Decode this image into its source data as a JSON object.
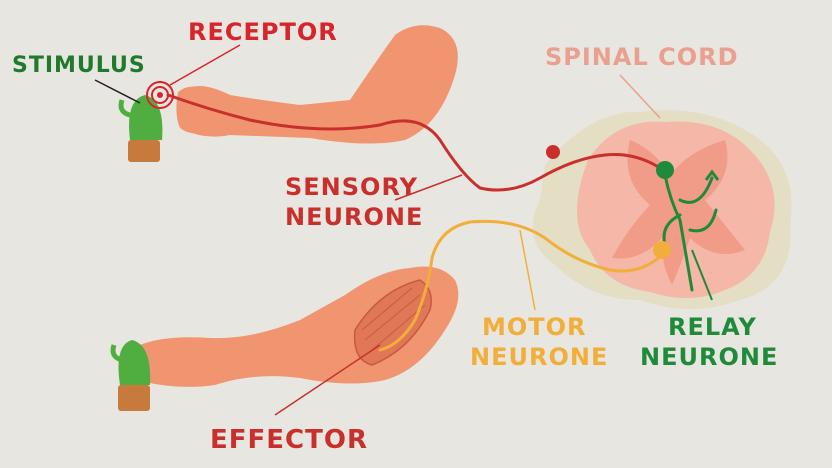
{
  "labels": {
    "stimulus": "STIMULUS",
    "receptor": "RECEPTOR",
    "spinal_cord": "SPINAL CORD",
    "sensory_line1": "SENSORY",
    "sensory_line2": "NEURONE",
    "motor_line1": "MOTOR",
    "motor_line2": "NEURONE",
    "relay_line1": "RELAY",
    "relay_line2": "NEURONE",
    "effector": "EFFECTOR"
  },
  "colors": {
    "background": "#e8e6e0",
    "skin": "#f0956f",
    "sensory": "#c9302c",
    "motor": "#f2ae3a",
    "relay": "#1f8a3a",
    "stimulus_label": "#1f7a2e",
    "receptor_label": "#d8242a",
    "spinal_label": "#e9a08f",
    "spinal_cord": "#f4b7a8",
    "grey_matter": "#f19b89",
    "spinal_halo": "#e3dcbf",
    "cactus": "#4fae3f",
    "pot": "#c87a3c"
  }
}
